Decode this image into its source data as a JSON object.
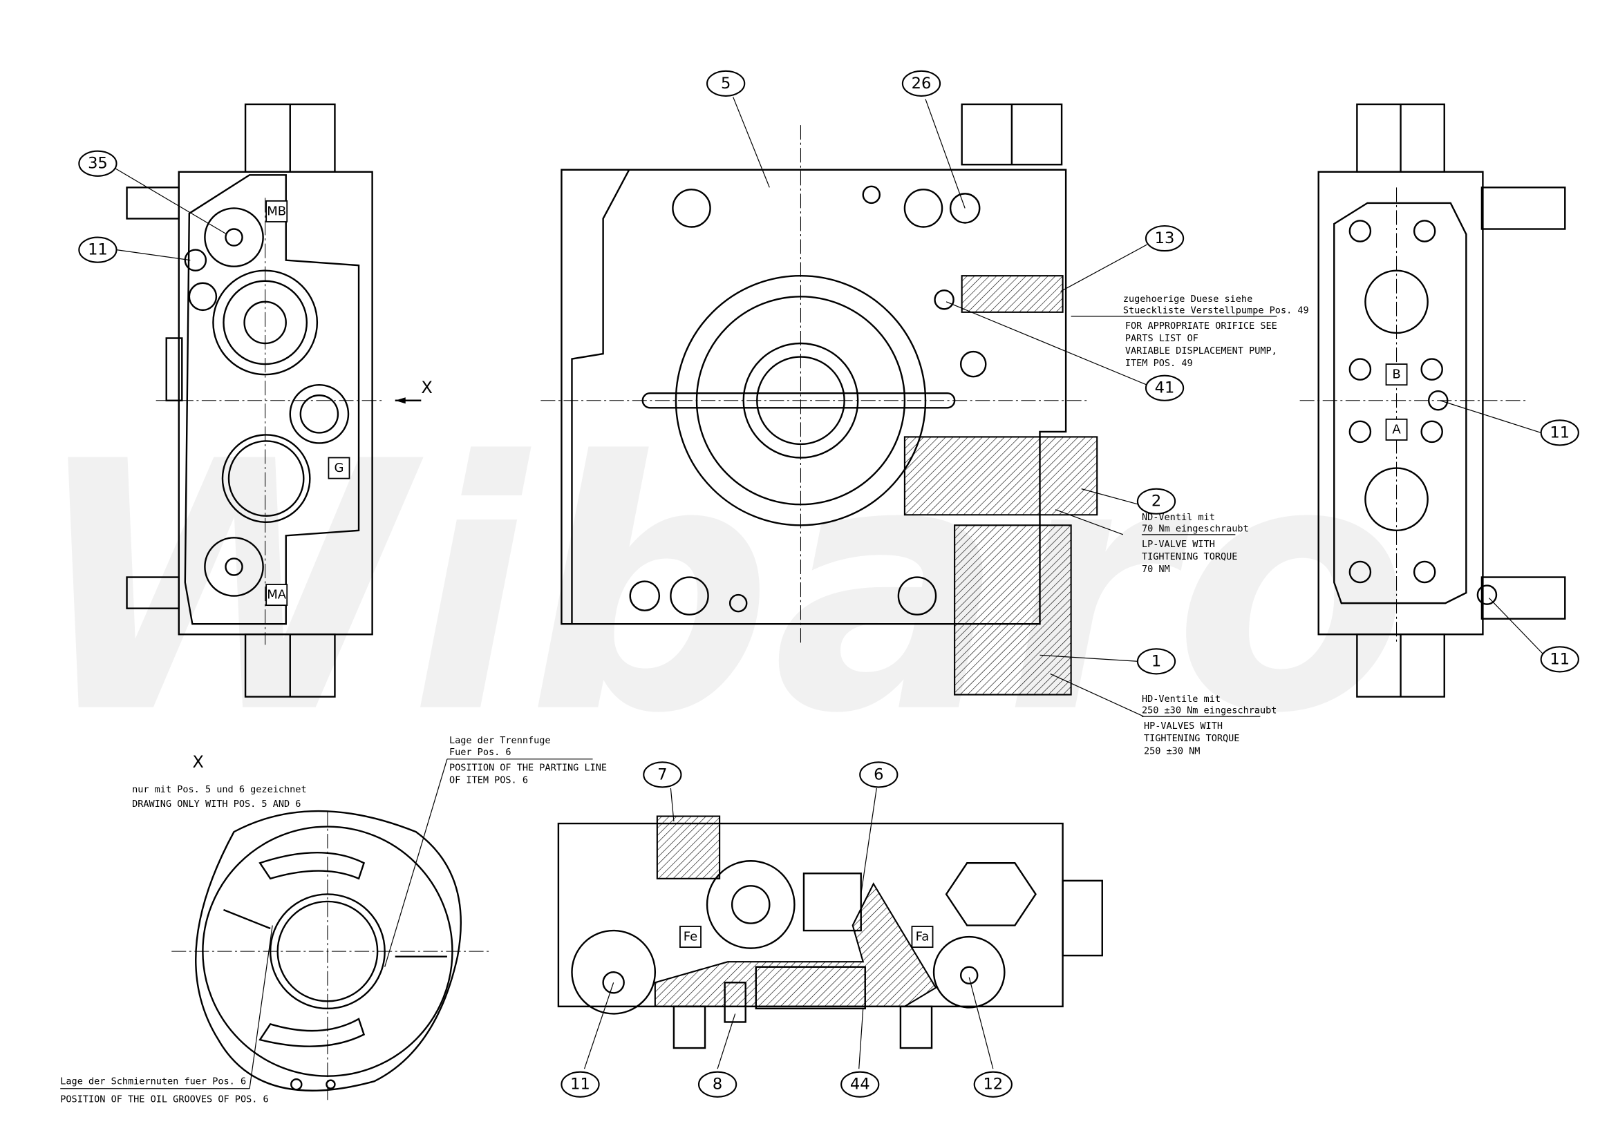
{
  "watermark": "Wibaro",
  "view_marker": "X",
  "balloons": {
    "b35": "35",
    "b11_top_left": "11",
    "b5": "5",
    "b26": "26",
    "b13": "13",
    "b41": "41",
    "b2": "2",
    "b1": "1",
    "b11_right_mid": "11",
    "b11_right_low": "11",
    "b7": "7",
    "b6": "6",
    "b11_bottom": "11",
    "b8": "8",
    "b44": "44",
    "b12": "12"
  },
  "ports": {
    "mb": "MB",
    "g": "G",
    "ma": "MA",
    "b": "B",
    "a": "A",
    "fe": "Fe",
    "fa": "Fa"
  },
  "notes": {
    "orifice": {
      "de_line1": "zugehoerige Duese siehe",
      "de_line2": "Stueckliste Verstellpumpe Pos. 49",
      "en_line1": "FOR APPROPRIATE ORIFICE SEE",
      "en_line2": "PARTS LIST OF",
      "en_line3": "VARIABLE DISPLACEMENT PUMP,",
      "en_line4": "ITEM POS. 49"
    },
    "lp_valve": {
      "de_line1": "ND-Ventil mit",
      "de_line2": "70 Nm eingeschraubt",
      "en_line1": "LP-VALVE WITH",
      "en_line2": "TIGHTENING TORQUE",
      "en_line3": "70 NM"
    },
    "hp_valves": {
      "de_line1": "HD-Ventile mit",
      "de_line2": "250 ±30 Nm eingeschraubt",
      "en_line1": "HP-VALVES WITH",
      "en_line2": "TIGHTENING TORQUE",
      "en_line3": "250 ±30 NM"
    },
    "view_x": {
      "title": "X",
      "de": "nur mit Pos. 5 und 6 gezeichnet",
      "en": "DRAWING ONLY WITH POS. 5 AND 6"
    },
    "parting_line": {
      "de_line1": "Lage der Trennfuge",
      "de_line2": "Fuer Pos. 6",
      "en_line1": "POSITION OF THE PARTING LINE",
      "en_line2": "OF ITEM POS. 6"
    },
    "oil_grooves": {
      "de": "Lage der Schmiernuten fuer Pos. 6",
      "en": "POSITION OF THE OIL GROOVES OF POS. 6"
    }
  }
}
